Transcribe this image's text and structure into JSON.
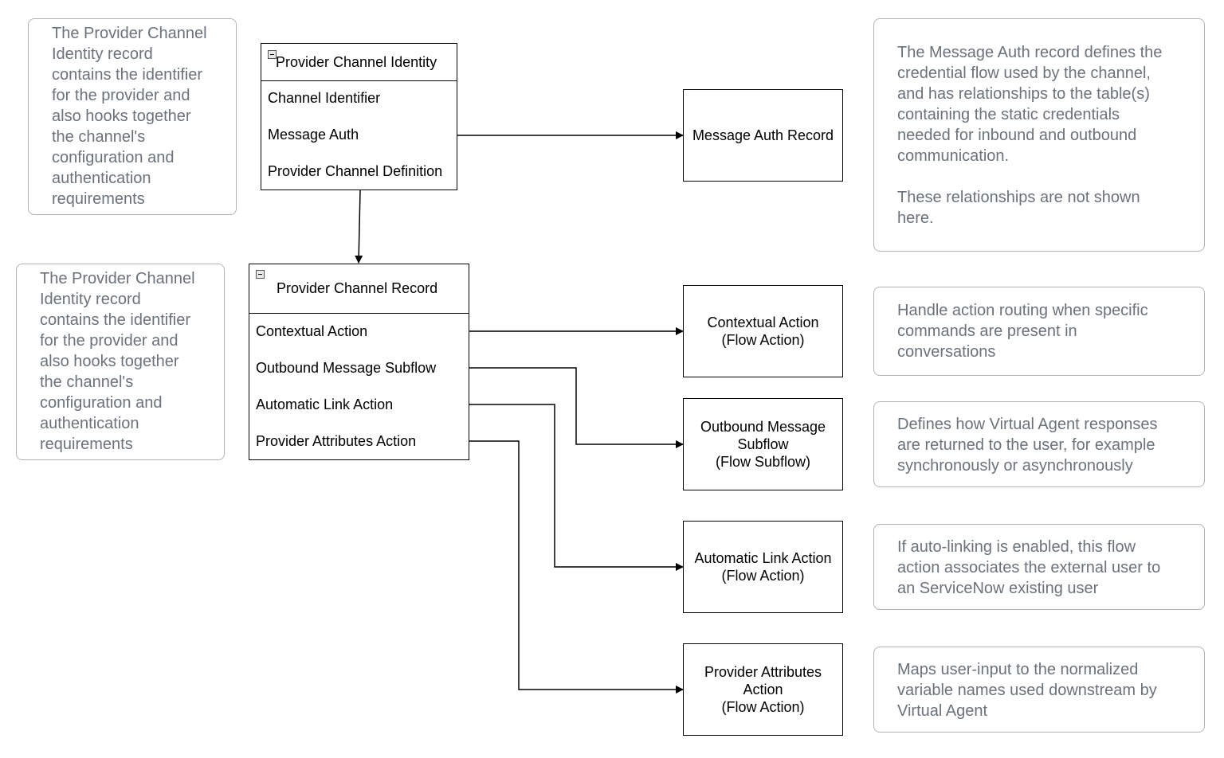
{
  "notes": {
    "identity_top": "The Provider Channel\nIdentity record\ncontains the identifier\nfor the provider and\nalso hooks together\nthe channel's\nconfiguration and\nauthentication\nrequirements",
    "identity_left": "The Provider Channel\nIdentity record\ncontains the identifier\nfor the provider and\nalso hooks together\nthe channel's\nconfiguration and\nauthentication\nrequirements",
    "message_auth": "The Message Auth record defines the\ncredential flow used by the channel,\nand has relationships to the table(s)\ncontaining the static credentials\nneeded for inbound and outbound\ncommunication.\n\nThese relationships are not shown\nhere.",
    "contextual": "Handle action routing when specific\ncommands are present in\nconversations",
    "outbound": "Defines how Virtual Agent responses\nare returned to the user, for example\nsynchronously or asynchronously",
    "autolink": "If auto-linking is enabled, this flow\naction associates the external user to\nan ServiceNow existing user",
    "attributes": "Maps user-input to the normalized\nvariable names used downstream by\nVirtual Agent"
  },
  "identity_entity": {
    "title": "Provider Channel Identity",
    "fields": [
      "Channel Identifier",
      "Message Auth",
      "Provider Channel Definition"
    ]
  },
  "record_entity": {
    "title": "Provider Channel Record",
    "fields": [
      "Contextual Action",
      "Outbound Message Subflow",
      "Automatic Link Action",
      "Provider Attributes Action"
    ]
  },
  "targets": {
    "message_auth": "Message Auth Record",
    "contextual": "Contextual Action\n(Flow Action)",
    "outbound": "Outbound Message\nSubflow\n(Flow Subflow)",
    "autolink": "Automatic Link Action\n(Flow Action)",
    "attributes": "Provider Attributes\nAction\n(Flow Action)"
  }
}
